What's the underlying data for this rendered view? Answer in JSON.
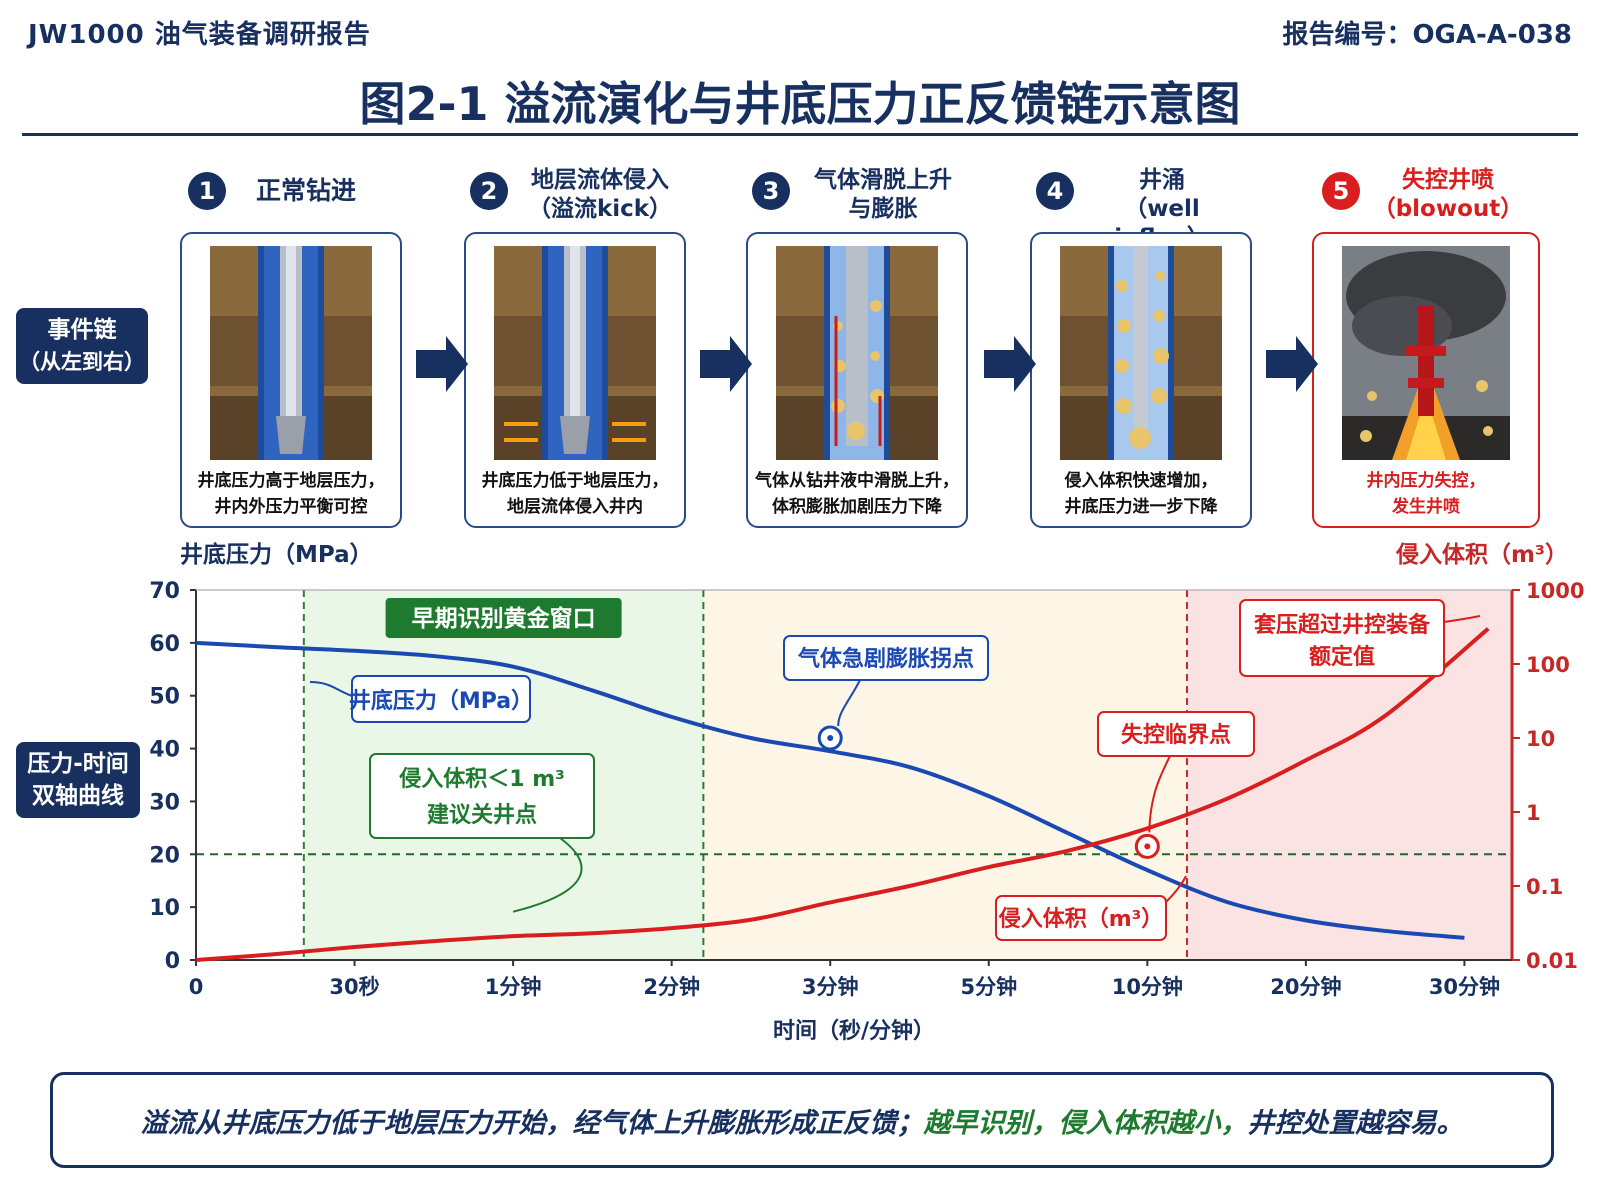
{
  "header": {
    "left": "JW1000 油气装备调研报告",
    "right": "报告编号：OGA-A-038",
    "title": "图2-1  溢流演化与井底压力正反馈链示意图"
  },
  "side_labels": {
    "event_chain_1": "事件链",
    "event_chain_2": "（从左到右）",
    "chart_1": "压力-时间",
    "chart_2": "双轴曲线"
  },
  "steps": [
    {
      "num": "1",
      "head1": "正常钻进",
      "head2": "",
      "cap1": "井底压力高于地层压力，",
      "cap2": "井内外压力平衡可控"
    },
    {
      "num": "2",
      "head1": "地层流体侵入",
      "head2": "（溢流kick）",
      "cap1": "井底压力低于地层压力，",
      "cap2": "地层流体侵入井内"
    },
    {
      "num": "3",
      "head1": "气体滑脱上升",
      "head2": "与膨胀",
      "cap1": "气体从钻井液中滑脱上升，",
      "cap2": "体积膨胀加剧压力下降"
    },
    {
      "num": "4",
      "head1": "井涌",
      "head2": "（well influx）",
      "cap1": "侵入体积快速增加，",
      "cap2": "井底压力进一步下降"
    },
    {
      "num": "5",
      "head1": "失控井喷",
      "head2": "（blowout）",
      "cap1": "井内压力失控，",
      "cap2": "发生井喷"
    }
  ],
  "colors": {
    "navy": "#17305f",
    "pressure_line": "#1a49b3",
    "volume_line": "#d81e1e",
    "green_zone": "#eaf6e6",
    "amber_zone": "#fdf6e6",
    "red_zone": "#fbe3e3",
    "green_text": "#1e7a2e"
  },
  "chart_data": {
    "type": "line",
    "title": "",
    "xlabel": "时间（秒/分钟）",
    "ylabel_left": "井底压力（MPa）",
    "ylabel_right": "侵入体积（m³）",
    "x_ticks": [
      "0",
      "30秒",
      "1分钟",
      "2分钟",
      "3分钟",
      "5分钟",
      "10分钟",
      "20分钟",
      "30分钟"
    ],
    "y_left_ticks": [
      0,
      10,
      20,
      30,
      40,
      50,
      60,
      70
    ],
    "y_left_lim": [
      0,
      70
    ],
    "y_right_ticks": [
      "0.01",
      "0.1",
      "1",
      "10",
      "100",
      "1000"
    ],
    "y_right_lim": [
      0.01,
      1000
    ],
    "y_right_scale": "log",
    "series": [
      {
        "name": "井底压力（MPa）",
        "axis": "left",
        "x": [
          0,
          0.5,
          1,
          1.5,
          2,
          2.5,
          3,
          3.5,
          4,
          4.5,
          5,
          5.5,
          6,
          6.5,
          7,
          7.5,
          8
        ],
        "values": [
          60,
          59.2,
          58.5,
          57.5,
          55.5,
          51,
          46,
          42,
          39.5,
          36.5,
          31,
          24,
          17,
          11,
          7.5,
          5.5,
          4.2
        ]
      },
      {
        "name": "侵入体积（m³）",
        "axis": "right",
        "x": [
          0,
          0.5,
          1,
          1.5,
          2,
          2.5,
          3,
          3.5,
          4,
          4.5,
          5,
          5.5,
          6,
          6.5,
          7,
          7.5,
          8.15
        ],
        "values": [
          0.01,
          0.012,
          0.015,
          0.018,
          0.021,
          0.023,
          0.027,
          0.035,
          0.06,
          0.1,
          0.18,
          0.3,
          0.6,
          1.5,
          5,
          20,
          300
        ]
      }
    ],
    "zones": [
      {
        "label": "早期识别黄金窗口",
        "x_from": 0.68,
        "x_to": 3.2
      },
      {
        "label": "",
        "x_from": 3.2,
        "x_to": 6.25
      },
      {
        "label": "",
        "x_from": 6.25,
        "x_to": 8.3
      }
    ],
    "threshold_left": 20,
    "annotations": [
      {
        "text1": "井底压力（MPa）",
        "text2": ""
      },
      {
        "text1": "气体急剧膨胀拐点",
        "text2": ""
      },
      {
        "text1": "侵入体积＜1 m³",
        "text2": "建议关井点"
      },
      {
        "text1": "失控临界点",
        "text2": ""
      },
      {
        "text1": "套压超过井控装备",
        "text2": "额定值"
      },
      {
        "text1": "侵入体积（m³）",
        "text2": ""
      }
    ]
  },
  "bottom": {
    "part1": "溢流从井底压力低于地层压力开始，经气体上升膨胀形成正反馈；",
    "part2": "越早识别，侵入体积越小，",
    "part3": "井控处置越容易。"
  }
}
